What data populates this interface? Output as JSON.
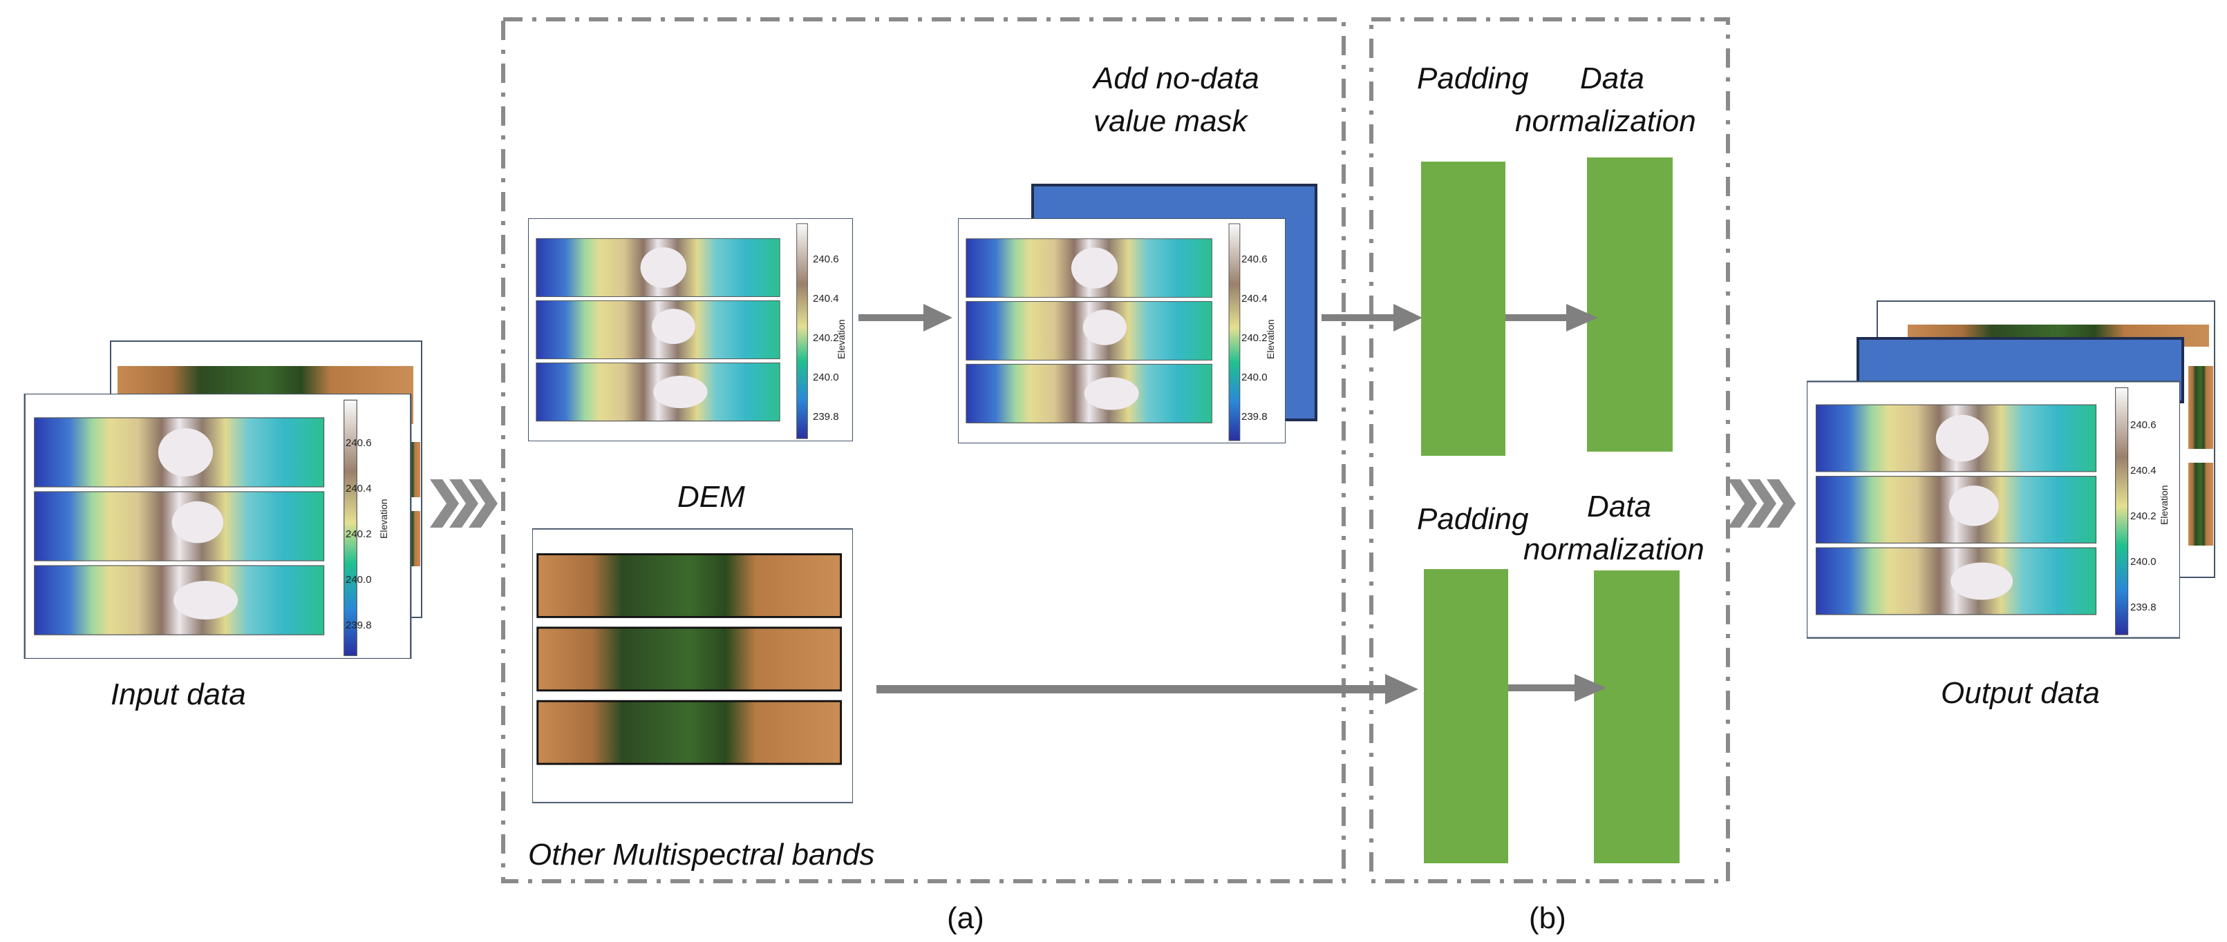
{
  "labels": {
    "input": "Input data",
    "dem": "DEM",
    "ms": "Other Multispectral bands",
    "mask": [
      "Add no-data",
      "value mask"
    ],
    "padding1": "Padding",
    "norm1": [
      "Data",
      "normalization"
    ],
    "padding2": "Padding",
    "norm2": [
      "Data",
      "normalization"
    ],
    "output": "Output data",
    "panel_a": "(a)",
    "panel_b": "(b)"
  },
  "colorbar": {
    "label": "Elevation",
    "ticks": [
      "240.6",
      "240.4",
      "240.2",
      "240.0",
      "239.8"
    ]
  },
  "colors": {
    "dashed_border": "#8a8a8a",
    "arrow": "#808080",
    "block_green": "#70ad47",
    "mask_blue": "#4472c4",
    "frame": "#44546a"
  }
}
